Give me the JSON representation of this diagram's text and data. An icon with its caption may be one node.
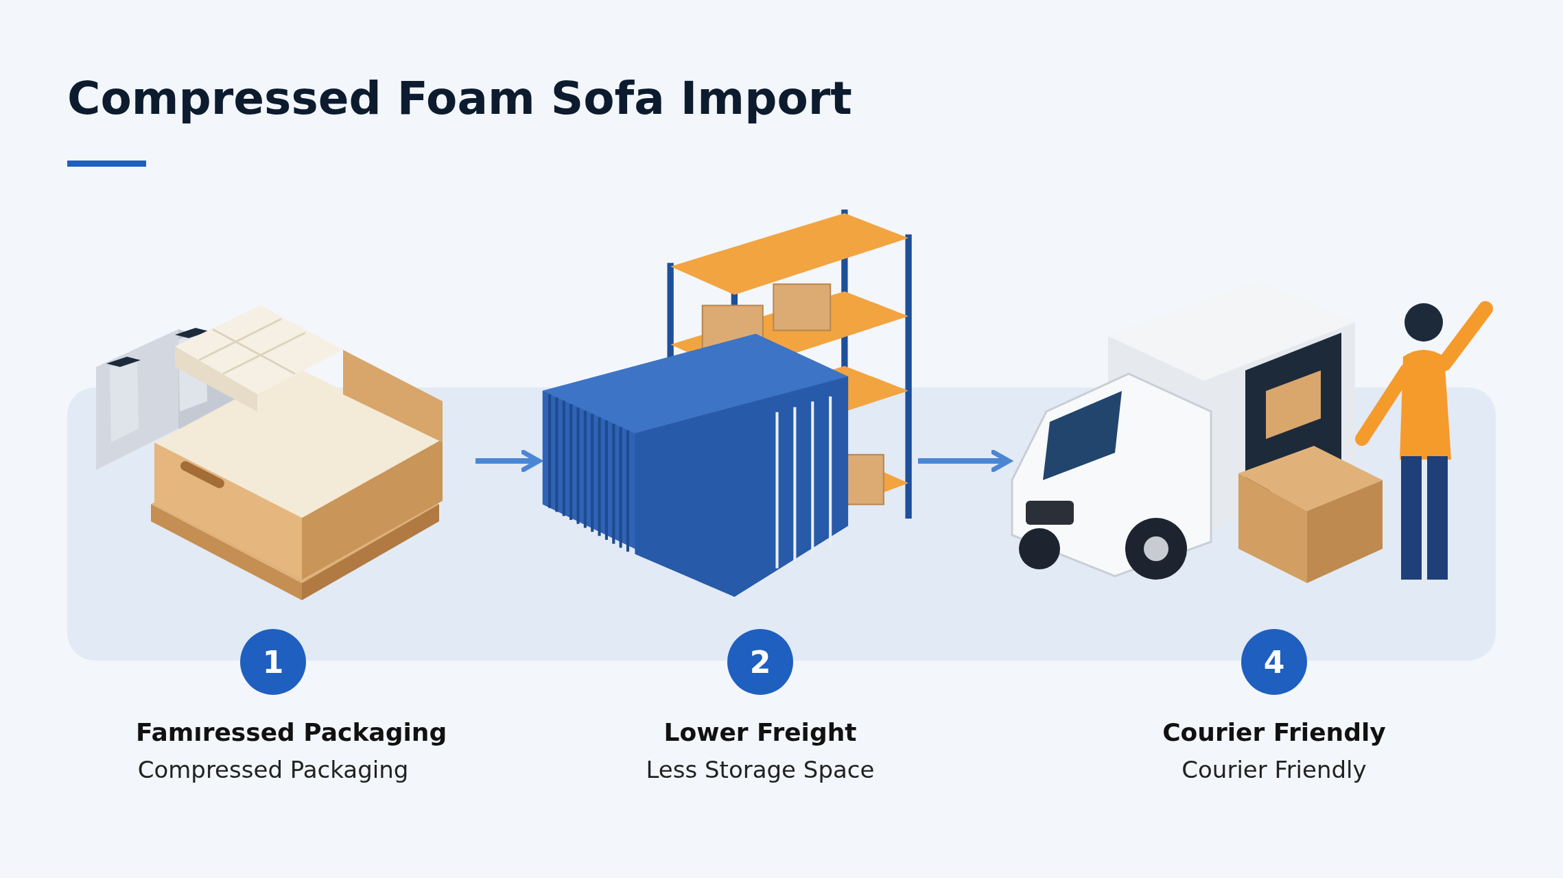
{
  "diagram": {
    "title": "Compressed Foam Sofa Import",
    "nodes": [
      {
        "text": [],
        "shape": "picture"
      },
      {
        "text": [],
        "shape": "picture"
      },
      {
        "text": [],
        "shape": "picture"
      },
      {
        "text": [
          "1"
        ],
        "beside": [
          "Famıressed Packaging",
          "Compressed Packaging"
        ]
      },
      {
        "text": [
          "2"
        ],
        "beside": [
          "Lower Freight",
          "Less Storage Space"
        ]
      },
      {
        "text": [
          "4"
        ],
        "beside": [
          "Courier Friendly",
          "Courier Friendly"
        ]
      }
    ],
    "edges": [
      {
        "from": 0,
        "to": 1,
        "arrow": "to"
      },
      {
        "from": 1,
        "to": 2,
        "arrow": "to"
      }
    ]
  }
}
